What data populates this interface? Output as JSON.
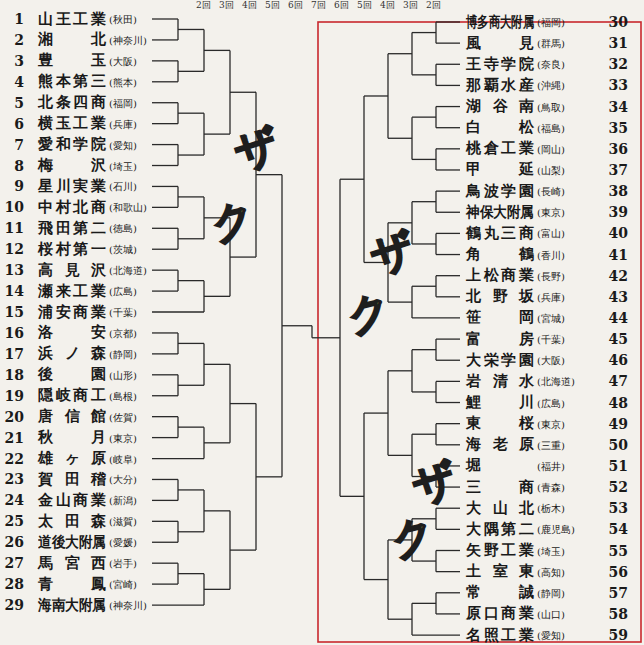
{
  "diagram": {
    "labels": [
      "2回",
      "3回",
      "4回",
      "5回",
      "6回",
      "7回",
      "6回",
      "5回",
      "4回",
      "3回",
      "2回",
      "1",
      "山王工業",
      "(秋田)",
      "2",
      "湘北",
      "(神奈川)",
      "3",
      "豊玉",
      "(大阪)",
      "4",
      "熊本第三",
      "(熊本)",
      "5",
      "北条四商",
      "(福岡)",
      "6",
      "横玉工業",
      "(兵庫)",
      "7",
      "愛和学院",
      "(愛知)",
      "8",
      "梅沢",
      "(埼玉)",
      "9",
      "星川実業",
      "(石川)",
      "10",
      "中村北商",
      "(和歌山)",
      "11",
      "飛田第二",
      "(徳島)",
      "12",
      "桜村第一",
      "(茨城)",
      "13",
      "高見沢",
      "(北海道)",
      "14",
      "瀬来工業",
      "(広島)",
      "15",
      "浦安商業",
      "(千葉)",
      "16",
      "洛安",
      "(京都)",
      "17",
      "浜ノ森",
      "(静岡)",
      "18",
      "後園",
      "(山形)",
      "19",
      "隠岐商工",
      "(島根)",
      "20",
      "唐信館",
      "(佐賀)",
      "21",
      "秋月",
      "(東京)",
      "22",
      "雄ヶ原",
      "(岐阜)",
      "23",
      "賀田稽",
      "(大分)",
      "24",
      "金山商業",
      "(新潟)",
      "25",
      "太田森",
      "(滋賀)",
      "26",
      "道後大附属",
      "(愛媛)",
      "27",
      "馬宮西",
      "(岩手)",
      "28",
      "青鳳",
      "(宮崎)",
      "29",
      "海南大附属",
      "(神奈川)",
      "30",
      "博多商大附属",
      "(福岡)",
      "31",
      "風見",
      "(群馬)",
      "32",
      "王寺学院",
      "(奈良)",
      "33",
      "那覇水産",
      "(沖縄)",
      "34",
      "湖谷南",
      "(鳥取)",
      "35",
      "白松",
      "(福島)",
      "36",
      "桃倉工業",
      "(岡山)",
      "37",
      "甲延",
      "(山梨)",
      "38",
      "鳥波学園",
      "(長崎)",
      "39",
      "神保大附属",
      "(東京)",
      "40",
      "鶴丸三商",
      "(富山)",
      "41",
      "角鶴",
      "(香川)",
      "42",
      "上松商業",
      "(長野)",
      "43",
      "北野坂",
      "(兵庫)",
      "44",
      "笹岡",
      "(宮城)",
      "45",
      "富房",
      "(千葉)",
      "46",
      "大栄学園",
      "(大阪)",
      "47",
      "岩清水",
      "(北海道)",
      "48",
      "鯉川",
      "(広島)",
      "49",
      "東桜",
      "(東京)",
      "50",
      "海老原",
      "(三重)",
      "51",
      "堀",
      "(福井)",
      "52",
      "三商",
      "(青森)",
      "53",
      "大山北",
      "(栃木)",
      "54",
      "大隅第二",
      "(鹿児島)",
      "55",
      "矢野工業",
      "(埼玉)",
      "56",
      "土室東",
      "(高知)",
      "57",
      "常誠",
      "(静岡)",
      "58",
      "原口商業",
      "(山口)",
      "59",
      "名照工業",
      "(愛知)",
      "ザ",
      "ク",
      "ザ",
      "ク",
      "ザ",
      "ク"
    ]
  }
}
